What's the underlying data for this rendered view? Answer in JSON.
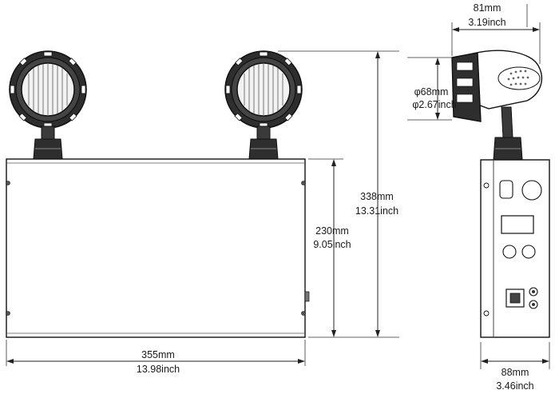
{
  "dimensions": {
    "head_depth": {
      "mm": "81mm",
      "inch": "3.19inch"
    },
    "head_diameter": {
      "mm": "φ68mm",
      "inch": "φ2.67inch"
    },
    "total_height": {
      "mm": "338mm",
      "inch": "13.31inch"
    },
    "body_height": {
      "mm": "230mm",
      "inch": "9.05inch"
    },
    "body_width": {
      "mm": "355mm",
      "inch": "13.98inch"
    },
    "body_depth": {
      "mm": "88mm",
      "inch": "3.46inch"
    }
  },
  "colors": {
    "outline": "#111111",
    "lamp_fill": "#3a3a3a",
    "background": "#ffffff"
  }
}
